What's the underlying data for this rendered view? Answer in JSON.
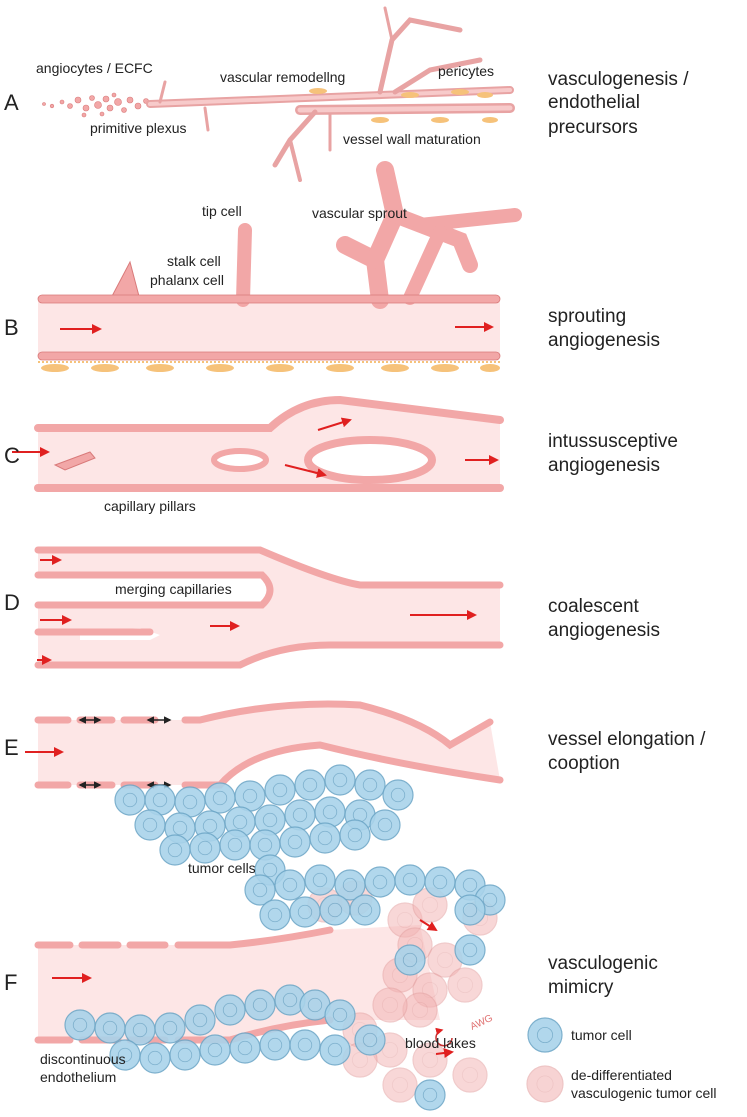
{
  "colors": {
    "vessel_lumen": "#fde6e6",
    "endothelial_cell": "#f2a7a7",
    "endothelial_stroke": "#d97a7a",
    "nucleus": "#c9545e",
    "pericyte": "#f6c27a",
    "arrow": "#e02020",
    "tumor_cell": "#a9d3ea",
    "tumor_stroke": "#6fa8c8",
    "mimicry_cell": "#f3b7b7"
  },
  "panels": [
    {
      "letter": "A",
      "title_lines": [
        "vasculogenesis /",
        "endothelial",
        "precursors"
      ],
      "labels": [
        "angiocytes / ECFC",
        "vascular remodellng",
        "pericytes",
        "primitive plexus",
        "vessel wall maturation"
      ]
    },
    {
      "letter": "B",
      "title_lines": [
        "sprouting",
        "angiogenesis"
      ],
      "labels": [
        "tip cell",
        "vascular sprout",
        "stalk cell",
        "phalanx cell"
      ]
    },
    {
      "letter": "C",
      "title_lines": [
        "intussusceptive",
        "angiogenesis"
      ],
      "labels": [
        "capillary pillars"
      ]
    },
    {
      "letter": "D",
      "title_lines": [
        "coalescent",
        "angiogenesis"
      ],
      "labels": [
        "merging capillaries"
      ]
    },
    {
      "letter": "E",
      "title_lines": [
        "vessel elongation /",
        "cooption"
      ],
      "labels": [
        "tumor cells"
      ]
    },
    {
      "letter": "F",
      "title_lines": [
        "vasculogenic",
        "mimicry"
      ],
      "labels": [
        "discontinuous",
        "endothelium",
        "blood lakes",
        "AWG"
      ]
    }
  ],
  "legend": [
    {
      "icon": "tumor-cell-icon",
      "lines": [
        "tumor cell"
      ]
    },
    {
      "icon": "mimicry-cell-icon",
      "lines": [
        "de-differentiated",
        "vasculogenic tumor cell"
      ]
    }
  ]
}
